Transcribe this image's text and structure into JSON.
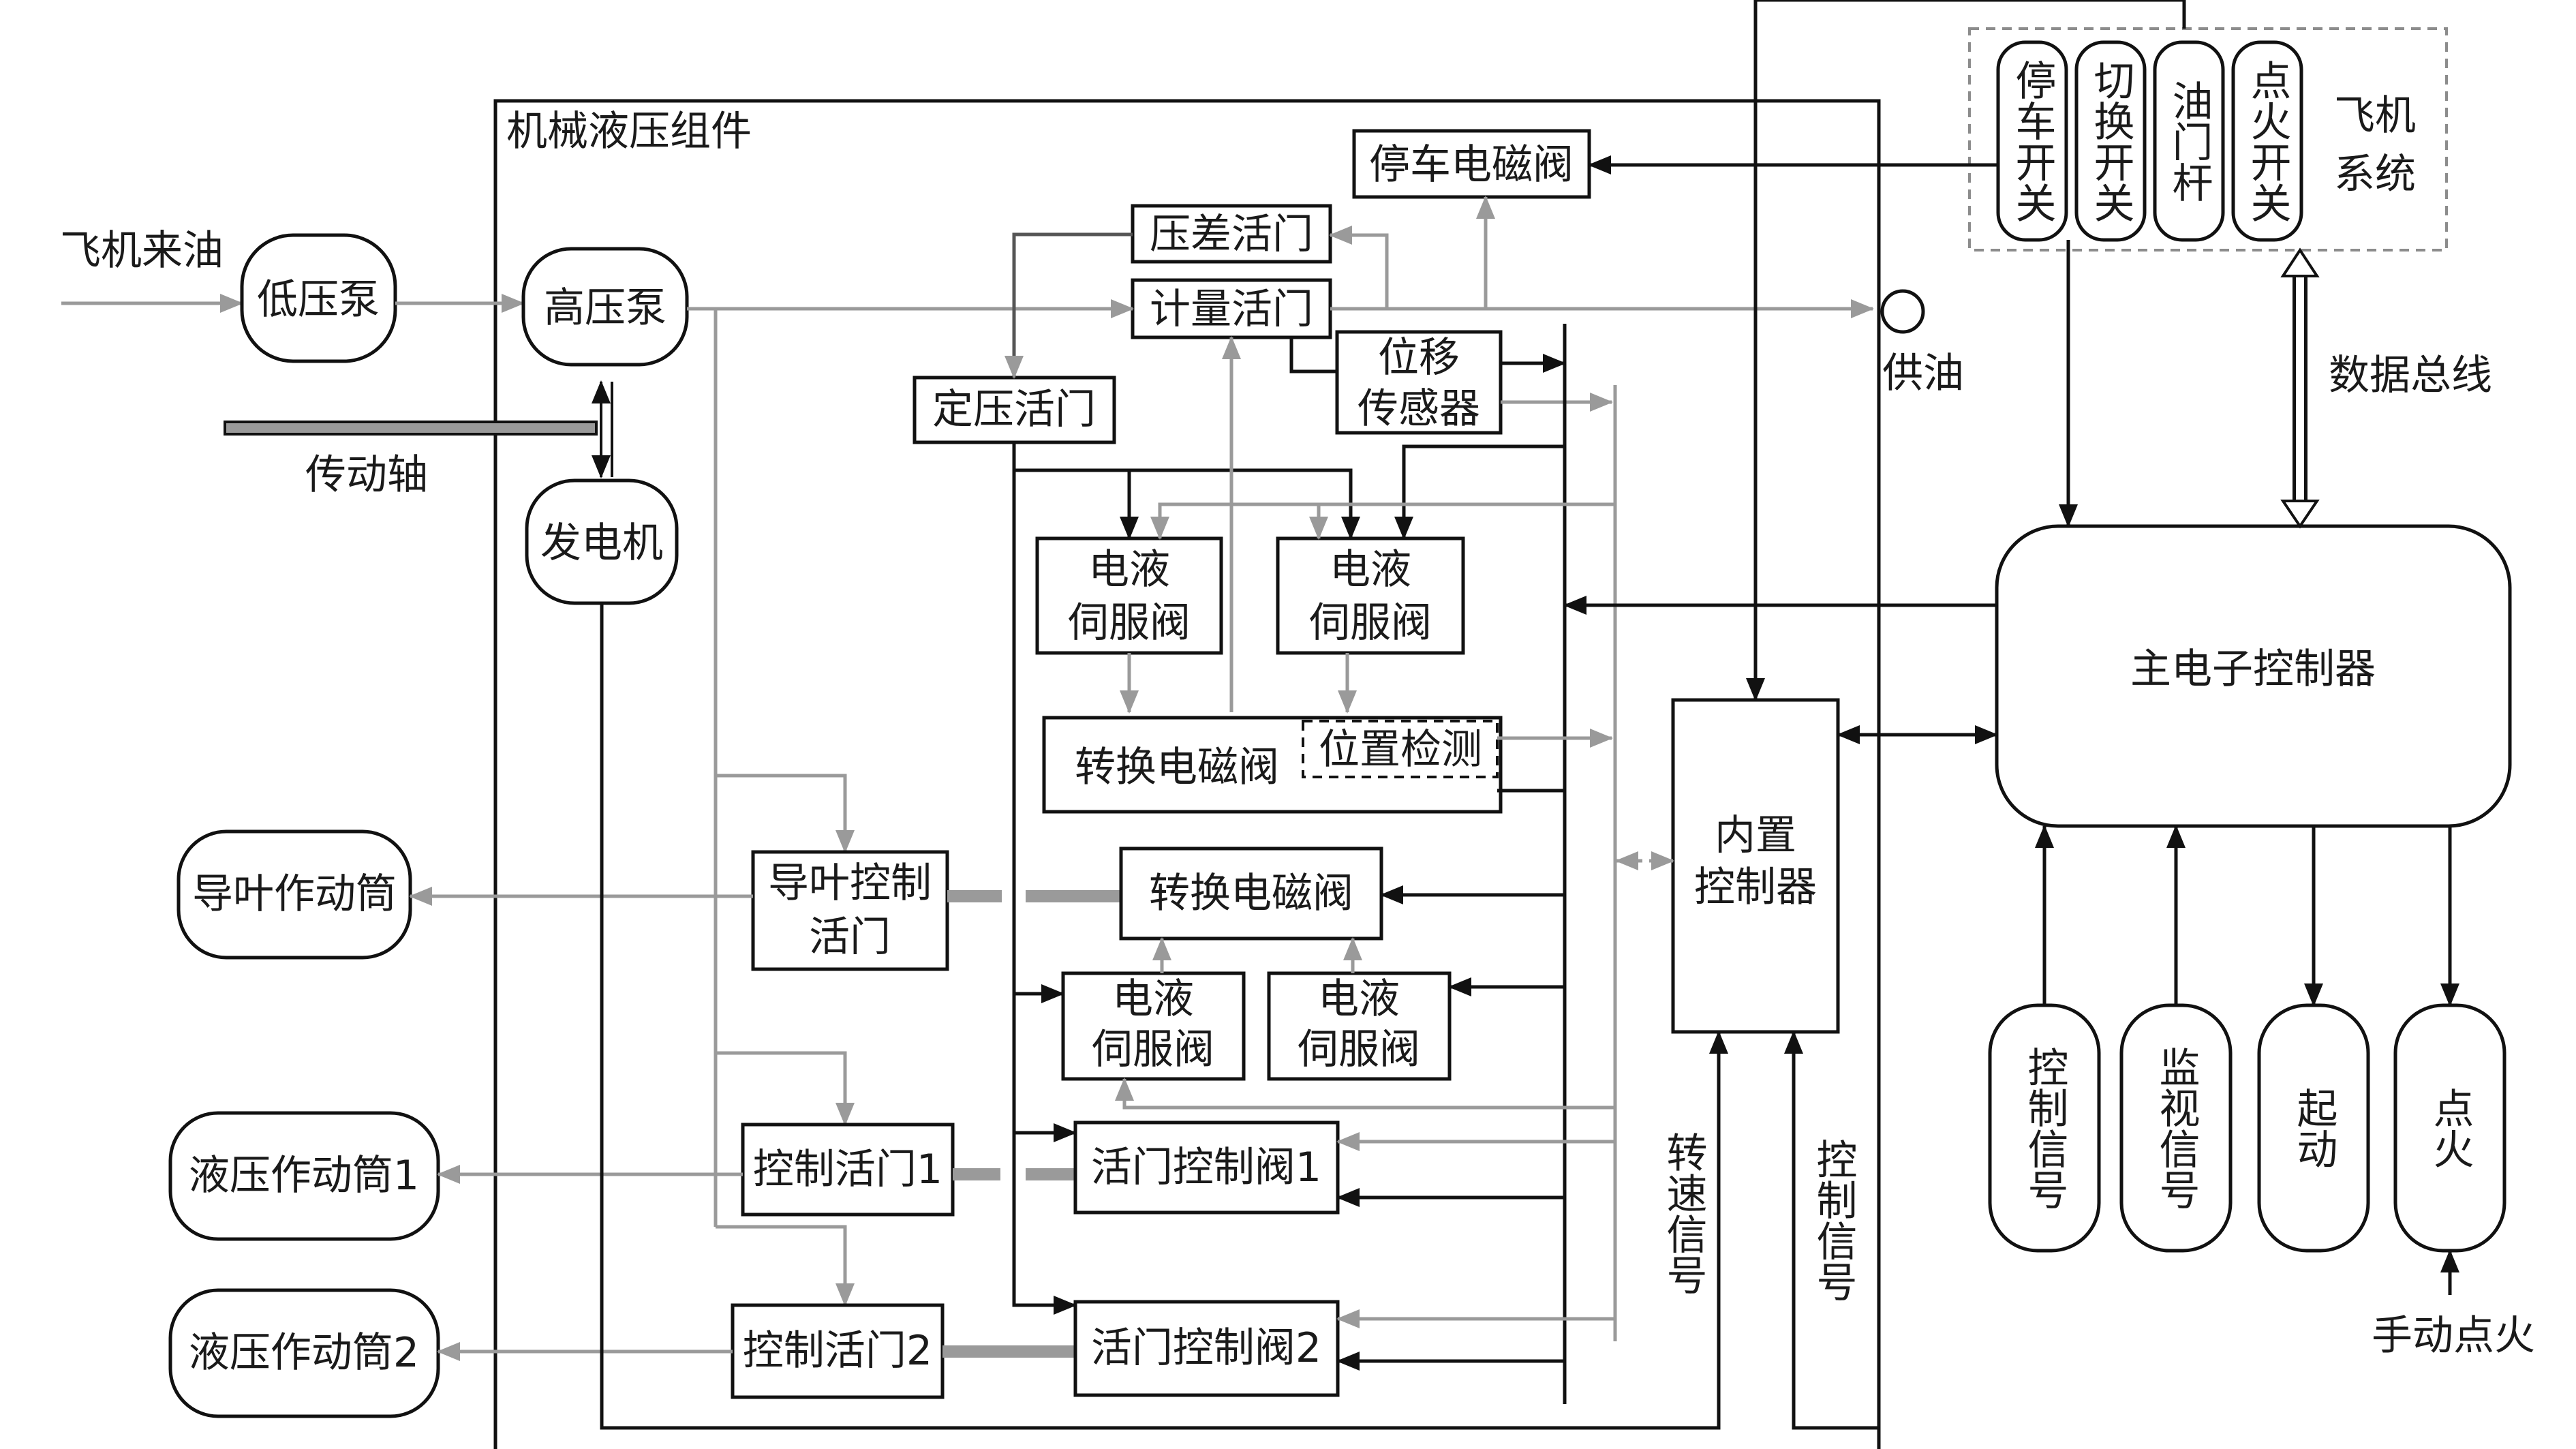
{
  "frame": {
    "title": "机械液压组件"
  },
  "aircraft": {
    "label_1": "飞机",
    "label_2": "系统"
  },
  "switches": [
    {
      "text": "停车开关"
    },
    {
      "text": "切换开关"
    },
    {
      "text": "油门杆"
    },
    {
      "text": "点火开关"
    }
  ],
  "labels": {
    "fuel_in": "飞机来油",
    "low_pump": "低压泵",
    "high_pump": "高压泵",
    "drive_shaft": "传动轴",
    "generator": "发电机",
    "stop_valve": "停车电磁阀",
    "diff_valve": "压差活门",
    "meter_valve": "计量活门",
    "const_valve": "定压活门",
    "disp_sensor_1": "位移",
    "disp_sensor_2": "传感器",
    "fuel_supply": "供油",
    "data_bus": "数据总线",
    "servo1_1": "电液",
    "servo1_2": "伺服阀",
    "servo2_1": "电液",
    "servo2_2": "伺服阀",
    "switch_solenoid_top": "转换电磁阀",
    "position_detect": "位置检测",
    "main_ecu": "主电子控制器",
    "internal_ctrl_1": "内置",
    "internal_ctrl_2": "控制器",
    "guide_actuator": "导叶作动筒",
    "guide_valve_1": "导叶控制",
    "guide_valve_2": "活门",
    "switch_solenoid_mid": "转换电磁阀",
    "servo3_1": "电液",
    "servo3_2": "伺服阀",
    "servo4_1": "电液",
    "servo4_2": "伺服阀",
    "hyd_actuator_1": "液压作动筒1",
    "ctrl_valve_1": "控制活门1",
    "valve_ctrl_1": "活门控制阀1",
    "hyd_actuator_2": "液压作动筒2",
    "ctrl_valve_2": "控制活门2",
    "valve_ctrl_2": "活门控制阀2",
    "speed_signal": "转速信号",
    "control_signal": "控制信号",
    "ecu_in_ctrl": "控制信号",
    "ecu_in_monitor": "监视信号",
    "ecu_out_start": "起动",
    "ecu_out_ignite": "点火",
    "manual_ignite": "手动点火"
  }
}
